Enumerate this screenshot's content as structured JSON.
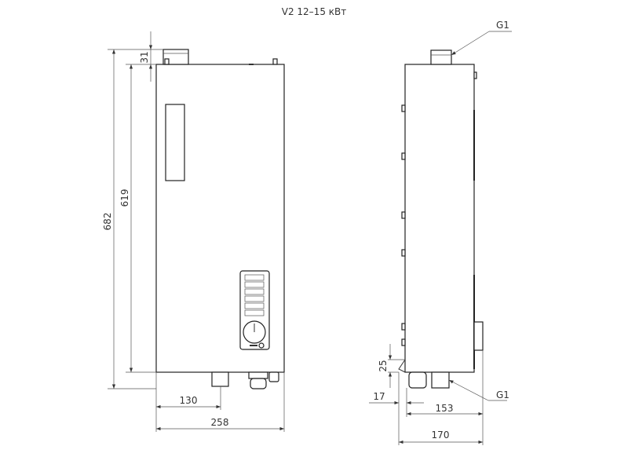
{
  "title": "V2 12–15 кВт",
  "front_view": {
    "dim_top_offset": "31",
    "dim_total_height": "682",
    "dim_body_height": "619",
    "dim_pipe_offset": "130",
    "dim_width": "258"
  },
  "side_view": {
    "label_top_pipe": "G1",
    "label_bottom_pipe": "G1",
    "dim_bracket_height": "25",
    "dim_offset": "17",
    "dim_depth_body": "153",
    "dim_depth_total": "170"
  }
}
